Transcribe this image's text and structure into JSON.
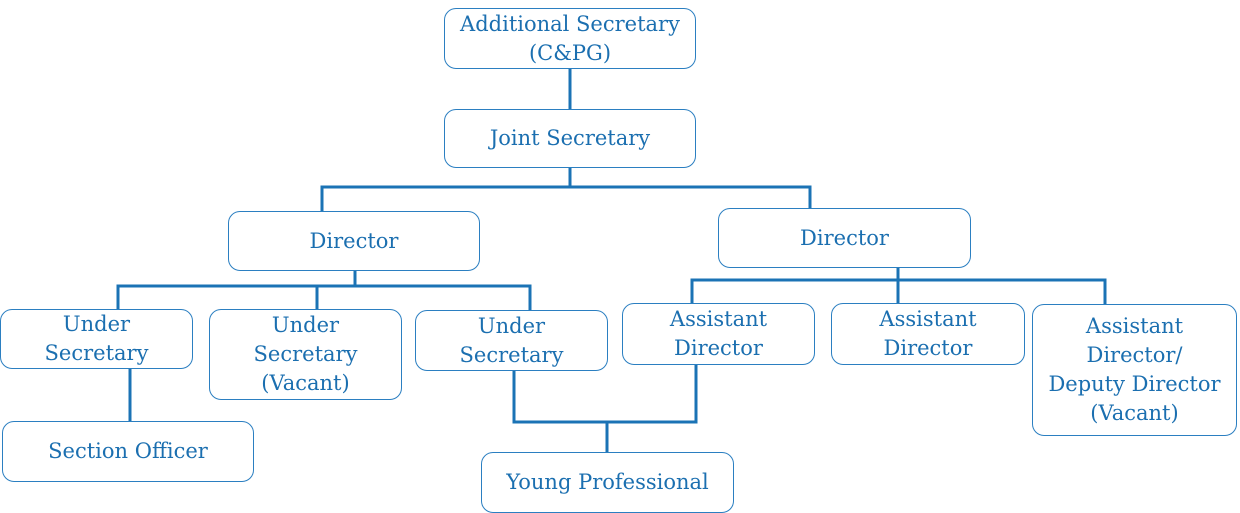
{
  "org_chart": {
    "additional_secretary": "Additional Secretary\n(C&PG)",
    "joint_secretary": "Joint Secretary",
    "director_left": "Director",
    "director_right": "Director",
    "under_secretary_1": "Under\nSecretary",
    "under_secretary_2": "Under\nSecretary\n(Vacant)",
    "under_secretary_3": "Under\nSecretary",
    "assistant_director_1": "Assistant\nDirector",
    "assistant_director_2": "Assistant\nDirector",
    "assistant_director_3": "Assistant\nDirector/\nDeputy Director\n(Vacant)",
    "section_officer": "Section Officer",
    "young_professional": "Young Professional"
  },
  "colors": {
    "box_border": "#2b7fc1",
    "text": "#1b6fb0",
    "connector": "#1b73b5"
  }
}
